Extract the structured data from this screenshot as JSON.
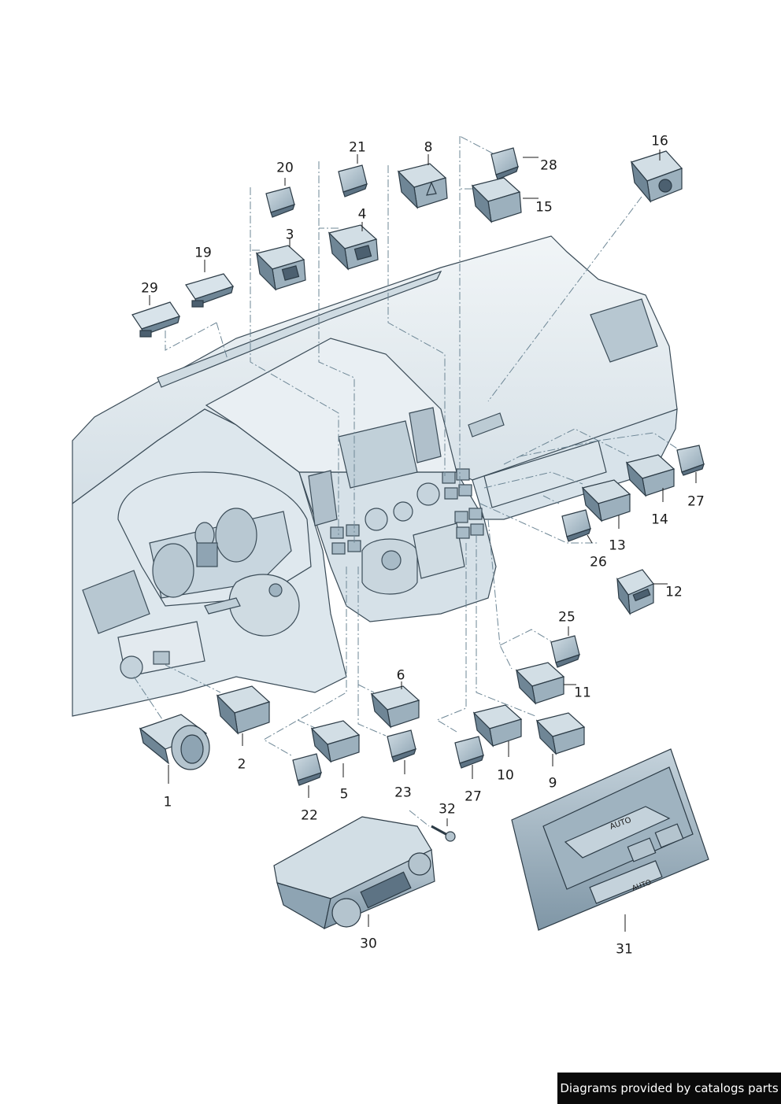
{
  "callouts": {
    "p1": "1",
    "p2": "2",
    "p3": "3",
    "p4": "4",
    "p5": "5",
    "p6": "6",
    "p8": "8",
    "p9": "9",
    "p10": "10",
    "p11": "11",
    "p12": "12",
    "p13": "13",
    "p14": "14",
    "p15": "15",
    "p16": "16",
    "p19": "19",
    "p20": "20",
    "p21": "21",
    "p22": "22",
    "p23": "23",
    "p25": "25",
    "p26": "26",
    "p27a": "27",
    "p27b": "27",
    "p28": "28",
    "p29": "29",
    "p30": "30",
    "p31": "31",
    "p32": "32"
  },
  "panel_labels": {
    "auto_front": "AUTO",
    "auto_lower": "AUTO"
  },
  "footer": {
    "text": "Diagrams provided by catalogs parts"
  },
  "colors": {
    "part_fill": "#b9c9d3",
    "part_dark": "#5d7384",
    "dash_fill": "#e6edf1",
    "line": "#2c3b46",
    "leader": "#6e8796"
  }
}
